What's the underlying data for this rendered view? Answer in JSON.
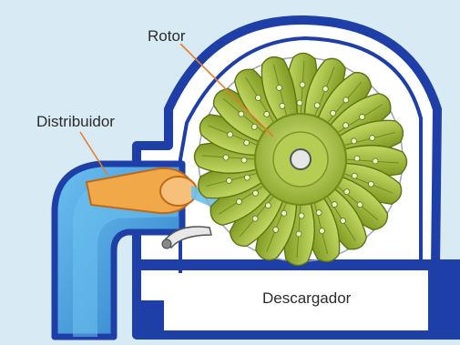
{
  "labels": {
    "rotor": "Rotor",
    "distributor": "Distribuidor",
    "discharge": "Descargador"
  },
  "colors": {
    "background": "#d8ebf4",
    "casing": "#1e3ea8",
    "casing_fill": "#ffffff",
    "rotor_bucket": "#a8c43c",
    "rotor_hub": "#b9d25a",
    "nozzle": "#f0a848",
    "water": "#3fa0e0"
  },
  "rotor": {
    "bucket_count": 20
  }
}
